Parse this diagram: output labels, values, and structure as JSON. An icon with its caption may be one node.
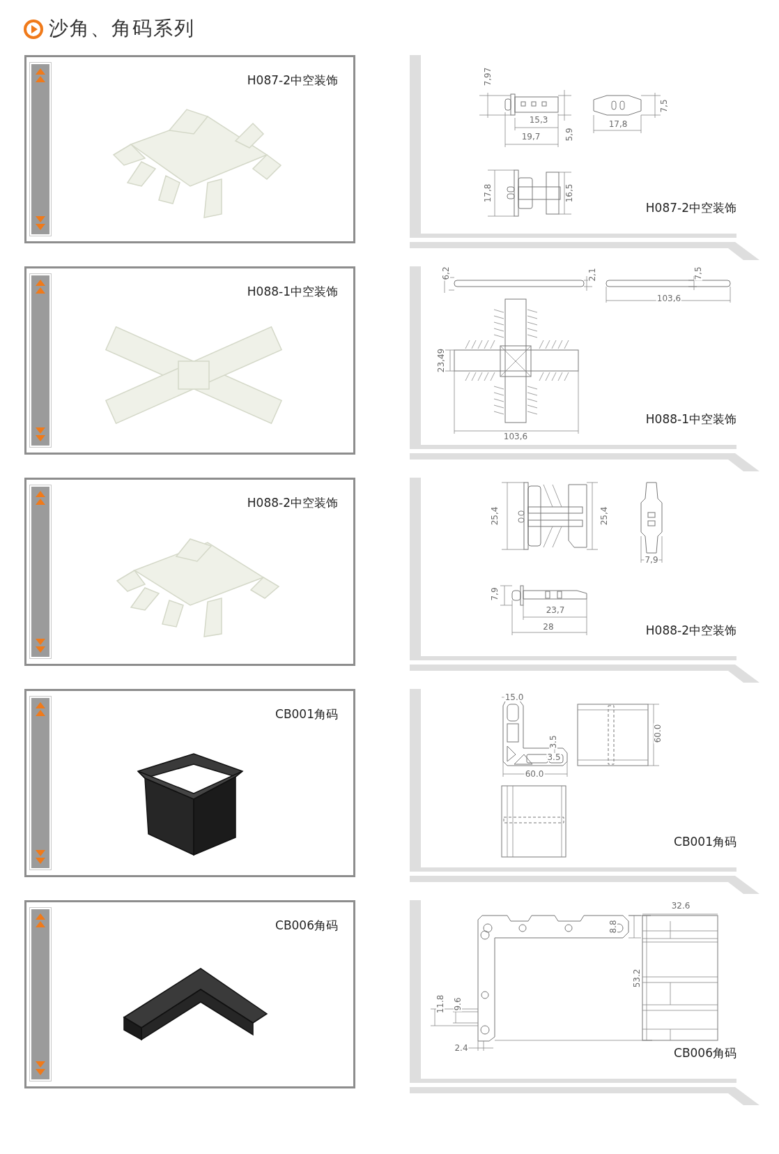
{
  "diagram": {
    "title": "沙角、角码系列",
    "nodes": [
      {
        "text": [
          "H087-2中空装饰"
        ]
      },
      {
        "text": [
          "H087-2中空装饰"
        ]
      },
      {
        "text": [
          "H088-1中空装饰"
        ]
      },
      {
        "text": [
          "H088-1中空装饰"
        ]
      },
      {
        "text": [
          "H088-2中空装饰"
        ]
      },
      {
        "text": [
          "H088-2中空装饰"
        ]
      },
      {
        "text": [
          "CB001角码"
        ]
      },
      {
        "text": [
          "CB001角码"
        ]
      },
      {
        "text": [
          "CB006角码"
        ]
      },
      {
        "text": [
          "CB006角码"
        ]
      }
    ],
    "labels": [
      "7,97",
      "15,3",
      "19,7",
      "5,9",
      "17,8",
      "7,5",
      "17,8",
      "16,5",
      "6,2",
      "2,1",
      "7,5",
      "103,6",
      "23,49",
      "103,6",
      "25,4",
      "25,4",
      "7,9",
      "7,9",
      "23,7",
      "28",
      "15.0",
      "3.5",
      "3.5",
      "60.0",
      "60.0",
      "32.6",
      "8.8",
      "53.2",
      "11.8",
      "9.6",
      "2.4"
    ]
  }
}
